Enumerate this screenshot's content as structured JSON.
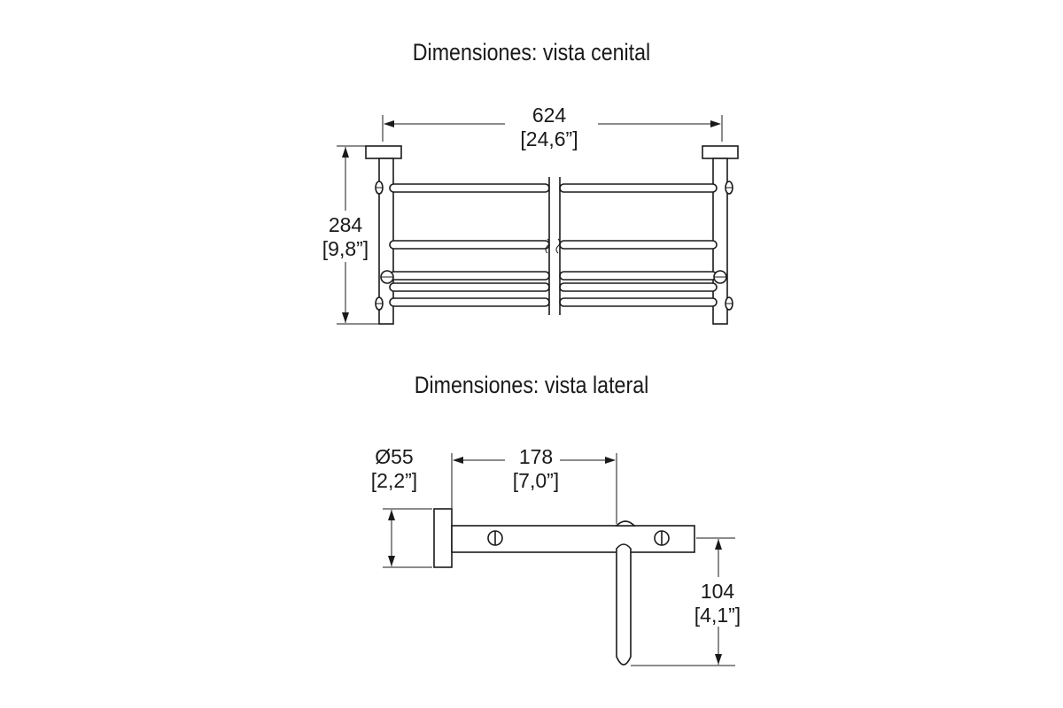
{
  "top_view": {
    "title": "Dimensiones: vista cenital",
    "width_mm": "624",
    "width_in": "[24,6”]",
    "depth_mm": "284",
    "depth_in": "[9,8”]"
  },
  "side_view": {
    "title": "Dimensiones: vista lateral",
    "diameter_mm": "Ø55",
    "diameter_in": "[2,2”]",
    "projection_mm": "178",
    "projection_in": "[7,0”]",
    "drop_mm": "104",
    "drop_in": "[4,1”]"
  }
}
